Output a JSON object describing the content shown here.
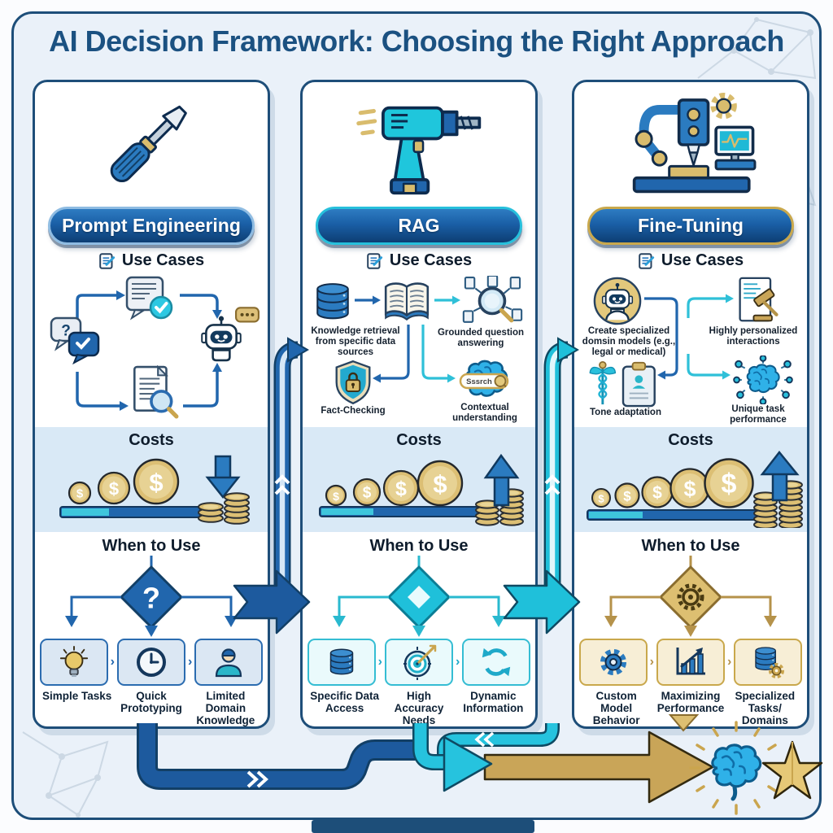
{
  "title": "AI Decision Framework: Choosing the Right Approach",
  "glyphs": {
    "dollar": "$",
    "question_mark": "?",
    "chevron": "›"
  },
  "columns": [
    {
      "key": "prompt-engineering",
      "header": "Prompt Engineering",
      "tool_icon": "screwdriver-icon",
      "use_cases": {
        "title": "Use Cases",
        "items": []
      },
      "costs": {
        "title": "Costs",
        "coin_count": 3,
        "trend": "down"
      },
      "when_to_use": {
        "title": "When to Use",
        "decision_icon": "question-diamond-icon",
        "items": [
          {
            "icon": "lightbulb-icon",
            "label": "Simple Tasks"
          },
          {
            "icon": "clock-icon",
            "label": "Quick Prototyping"
          },
          {
            "icon": "person-icon",
            "label": "Limited Domain Knowledge"
          }
        ]
      }
    },
    {
      "key": "rag",
      "header": "RAG",
      "tool_icon": "drill-icon",
      "use_cases": {
        "title": "Use Cases",
        "search_box_text": "Sssrch",
        "items": [
          {
            "icon": "database-icon",
            "label": "Knowledge retrieval from specific data sources"
          },
          {
            "icon": "magnifier-documents-icon",
            "label": "Grounded question answering"
          },
          {
            "icon": "shield-lock-icon",
            "label": "Fact-Checking"
          },
          {
            "icon": "brain-search-icon",
            "label": "Contextual understanding"
          }
        ]
      },
      "costs": {
        "title": "Costs",
        "coin_count": 4,
        "trend": "up"
      },
      "when_to_use": {
        "title": "When to Use",
        "decision_icon": "diamond-icon",
        "items": [
          {
            "icon": "database-icon",
            "label": "Specific Data Access"
          },
          {
            "icon": "target-icon",
            "label": "High Accuracy Needs"
          },
          {
            "icon": "refresh-icon",
            "label": "Dynamic Information"
          }
        ]
      }
    },
    {
      "key": "fine-tuning",
      "header": "Fine-Tuning",
      "tool_icon": "cnc-machine-icon",
      "use_cases": {
        "title": "Use Cases",
        "items": [
          {
            "icon": "robot-badge-icon",
            "label": "Create specialized domsin models (e.g., legal or medical)"
          },
          {
            "icon": "document-gavel-icon",
            "label": "Highly personalized interactions"
          },
          {
            "icon": "caduceus-clipboard-icon",
            "label": "Tone adaptation"
          },
          {
            "icon": "brain-network-icon",
            "label": "Unique task performance"
          }
        ]
      },
      "costs": {
        "title": "Costs",
        "coin_count": 5,
        "trend": "up"
      },
      "when_to_use": {
        "title": "When to Use",
        "decision_icon": "gear-diamond-icon",
        "items": [
          {
            "icon": "gear-icon",
            "label": "Custom Model Behavior"
          },
          {
            "icon": "bar-chart-icon",
            "label": "Maximizing Performance"
          },
          {
            "icon": "database-gear-icon",
            "label": "Specialized Tasks/ Domains"
          }
        ]
      }
    }
  ],
  "outcome": {
    "result_icons": [
      "glowing-brain-icon",
      "gold-star-icon"
    ]
  }
}
